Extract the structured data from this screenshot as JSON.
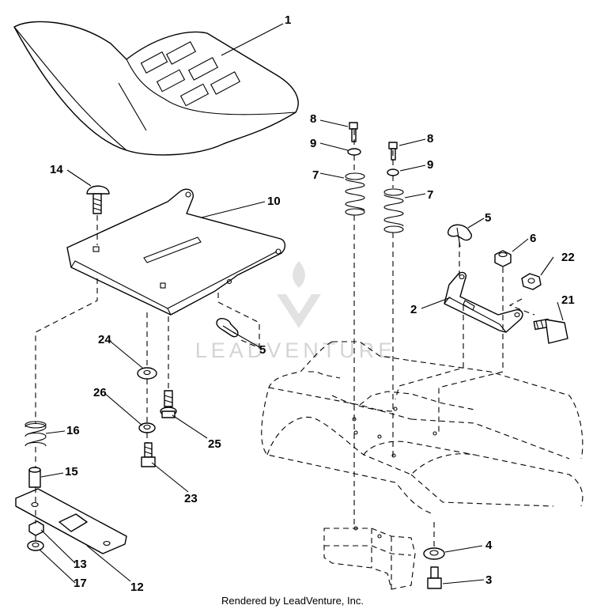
{
  "callouts": [
    {
      "id": "c-1",
      "label": "1"
    },
    {
      "id": "c-2",
      "label": "2"
    },
    {
      "id": "c-3",
      "label": "3"
    },
    {
      "id": "c-4",
      "label": "4"
    },
    {
      "id": "c-5a",
      "label": "5"
    },
    {
      "id": "c-5b",
      "label": "5"
    },
    {
      "id": "c-6",
      "label": "6"
    },
    {
      "id": "c-7a",
      "label": "7"
    },
    {
      "id": "c-7b",
      "label": "7"
    },
    {
      "id": "c-8a",
      "label": "8"
    },
    {
      "id": "c-8b",
      "label": "8"
    },
    {
      "id": "c-9a",
      "label": "9"
    },
    {
      "id": "c-9b",
      "label": "9"
    },
    {
      "id": "c-10",
      "label": "10"
    },
    {
      "id": "c-12",
      "label": "12"
    },
    {
      "id": "c-13",
      "label": "13"
    },
    {
      "id": "c-14",
      "label": "14"
    },
    {
      "id": "c-15",
      "label": "15"
    },
    {
      "id": "c-16",
      "label": "16"
    },
    {
      "id": "c-17",
      "label": "17"
    },
    {
      "id": "c-21",
      "label": "21"
    },
    {
      "id": "c-22",
      "label": "22"
    },
    {
      "id": "c-23",
      "label": "23"
    },
    {
      "id": "c-24",
      "label": "24"
    },
    {
      "id": "c-25",
      "label": "25"
    },
    {
      "id": "c-26",
      "label": "26"
    }
  ],
  "watermark": {
    "text": "LEADVENTURE"
  },
  "footer": {
    "credit": "Rendered by LeadVenture, Inc."
  }
}
